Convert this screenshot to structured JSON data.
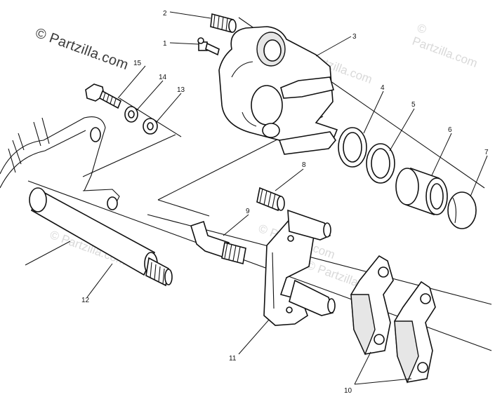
{
  "diagram": {
    "copyright": "© Partzilla.com",
    "watermark": "© Partzilla.com"
  },
  "callouts": {
    "c1": "1",
    "c2": "2",
    "c3": "3",
    "c4": "4",
    "c5": "5",
    "c6": "6",
    "c7": "7",
    "c8": "8",
    "c9": "9",
    "c10": "10",
    "c11": "11",
    "c12": "12",
    "c13": "13",
    "c14": "14",
    "c15": "15"
  }
}
